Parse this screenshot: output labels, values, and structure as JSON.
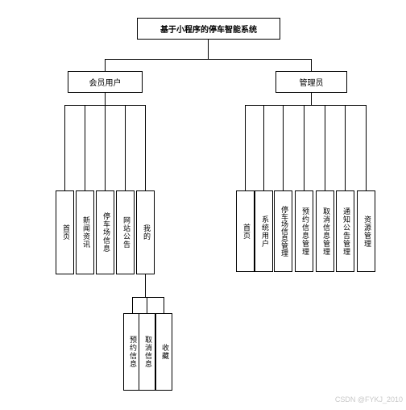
{
  "title": "基于小程序的停车智能系统",
  "branches": {
    "member": {
      "label": "会员用户",
      "items": [
        "首页",
        "新闻资讯",
        "停车场信息",
        "网站公告",
        "我的"
      ],
      "sub": [
        "预约信息",
        "取消信息",
        "收藏"
      ]
    },
    "admin": {
      "label": "管理员",
      "items": [
        "首页",
        "系统用户",
        "停车场信息管理",
        "预约信息管理",
        "取消信息管理",
        "通知公告管理",
        "资源管理"
      ]
    }
  },
  "watermark": "CSDN @FYKJ_2010"
}
